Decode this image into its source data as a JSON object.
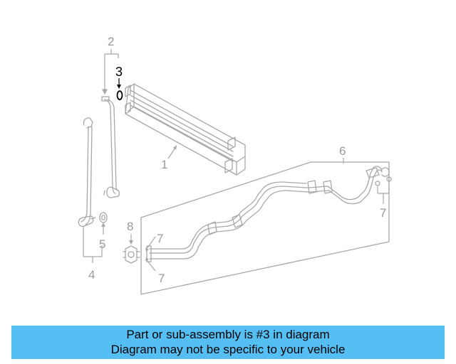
{
  "diagram": {
    "callouts": {
      "c1": "1",
      "c2": "2",
      "c3": "3",
      "c4": "4",
      "c5": "5",
      "c6": "6",
      "c7a": "7",
      "c7b": "7",
      "c7c": "7",
      "c8": "8"
    },
    "highlight_part": "3",
    "colors": {
      "line_art": "#a8a8a8",
      "highlight": "#000000",
      "banner": "#55bff4"
    }
  },
  "banner": {
    "line1": "Part or sub-assembly is #3 in diagram",
    "line2": "Diagram may not be specific to your vehicle"
  }
}
